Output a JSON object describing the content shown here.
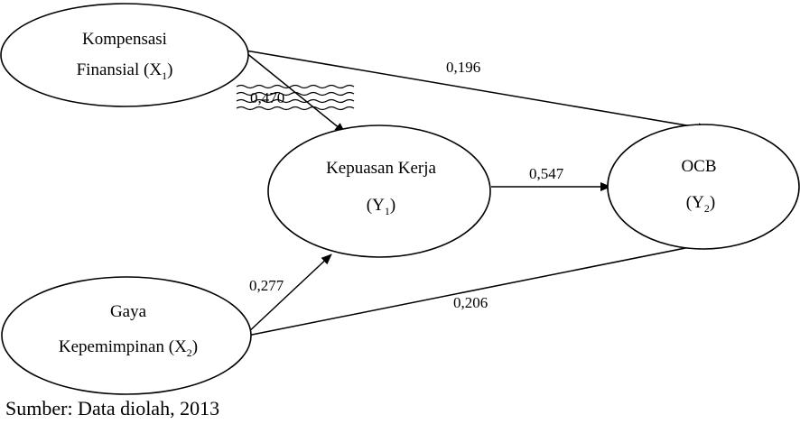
{
  "nodes": {
    "x1": {
      "line1": "Kompensasi",
      "line2": "Finansial (X",
      "sub": "1",
      "close": ")"
    },
    "x2": {
      "line1": "Gaya",
      "line2": "Kepemimpinan (X",
      "sub": "2",
      "close": ")"
    },
    "y1": {
      "line1": "Kepuasan Kerja",
      "line2": "(Y",
      "sub": "1",
      "close": ")"
    },
    "y2": {
      "line1": "OCB",
      "line2": "(Y",
      "sub": "2",
      "close": ")"
    }
  },
  "paths": {
    "x1_y2": "0,196",
    "x1_y1": "0,470",
    "y1_y2": "0,547",
    "x2_y1": "0,277",
    "x2_y2": "0,206"
  },
  "source": "Sumber: Data diolah, 2013"
}
